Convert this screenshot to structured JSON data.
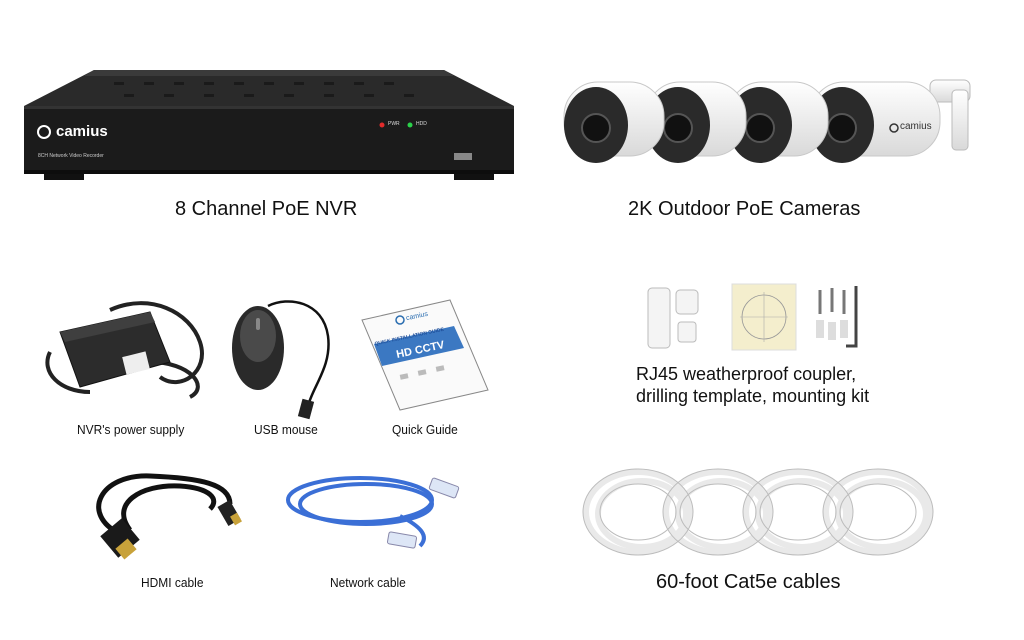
{
  "brand": "camius",
  "nvr": {
    "model_text": "8CH Network Video Recorder",
    "led_pwr": "PWR",
    "led_hdd": "HDD",
    "caption": "8 Channel PoE NVR"
  },
  "cameras": {
    "caption": "2K Outdoor PoE Cameras"
  },
  "accessories": {
    "power_supply": "NVR's power supply",
    "mouse": "USB mouse",
    "guide": "Quick Guide",
    "guide_brand": "camius",
    "guide_title": "QUICK INSTALLATION GUIDE",
    "guide_banner": "HD CCTV",
    "hdmi": "HDMI cable",
    "network": "Network cable"
  },
  "kit": {
    "caption_line1": "RJ45 weatherproof coupler,",
    "caption_line2": "drilling template, mounting kit"
  },
  "cables": {
    "caption": "60-foot Cat5e cables"
  },
  "colors": {
    "nvr_body": "#1b1b1b",
    "camera_white": "#f2f2f2",
    "network_cable": "#3b6fd6",
    "white_cable": "#efefef"
  }
}
